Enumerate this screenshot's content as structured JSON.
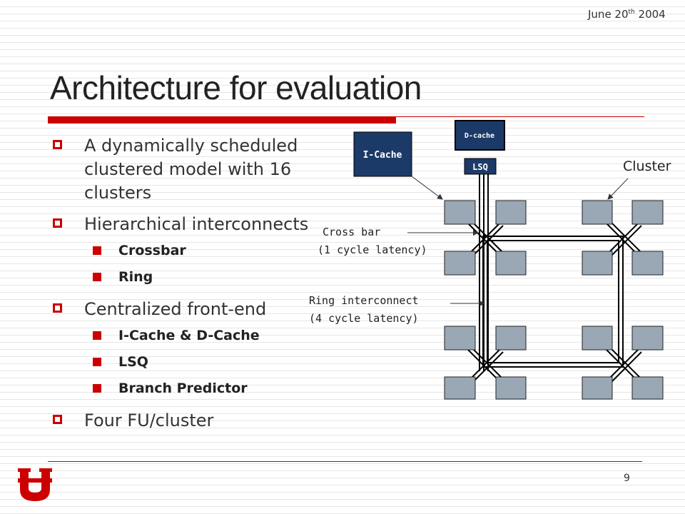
{
  "header": {
    "date_main": "June 20",
    "date_sup": "th",
    "date_year": " 2004",
    "title": "Architecture for evaluation",
    "page_number": "9"
  },
  "colors": {
    "accent": "#cc0000",
    "cluster_fill": "#9aa8b6",
    "cache_fill": "#1c3a68"
  },
  "bullets": [
    {
      "text": "A dynamically scheduled clustered model with 16 clusters"
    },
    {
      "text": "Hierarchical interconnects",
      "sub": [
        "Crossbar",
        "Ring"
      ]
    },
    {
      "text": "Centralized front-end",
      "sub": [
        "I-Cache & D-Cache",
        "LSQ",
        "Branch Predictor"
      ]
    },
    {
      "text": "Four FU/cluster"
    }
  ],
  "diagram": {
    "icache_label": "I-Cache",
    "dcache_label": "D-cache",
    "lsq_label": "LSQ",
    "cluster_label": "Cluster",
    "crossbar_label_line1": "Cross bar",
    "crossbar_label_line2": "(1 cycle latency)",
    "ring_label_line1": "Ring interconnect",
    "ring_label_line2": "(4 cycle latency)"
  },
  "logo_name": "university-of-utah-u-logo"
}
